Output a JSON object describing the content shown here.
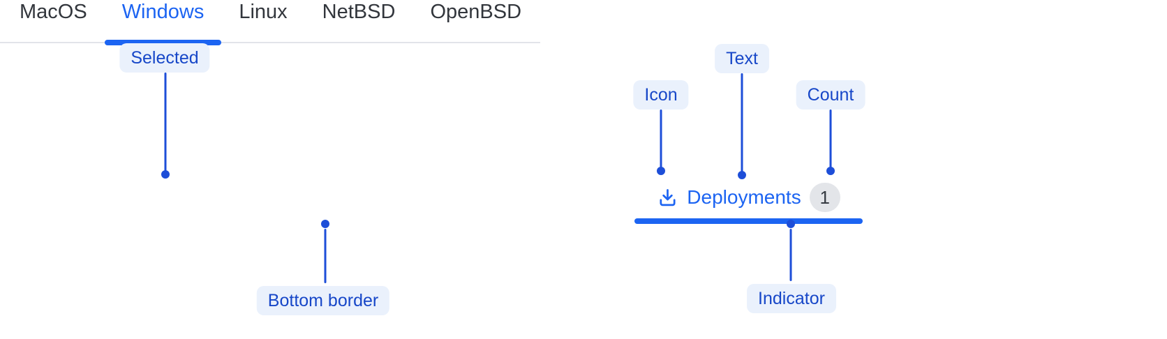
{
  "palette": {
    "primary_blue": "#1C64F2",
    "annotation_line": "#1D4ED8",
    "annotation_text": "#1747C8",
    "annotation_bg": "#EAF1FC",
    "tab_text": "#32363C",
    "divider_border": "#E2E4E9",
    "badge_bg": "#E3E5E9",
    "badge_text": "#363B42"
  },
  "left_example": {
    "tabs": [
      {
        "label": "MacOS",
        "selected": false
      },
      {
        "label": "Windows",
        "selected": true
      },
      {
        "label": "Linux",
        "selected": false
      },
      {
        "label": "NetBSD",
        "selected": false
      },
      {
        "label": "OpenBSD",
        "selected": false
      }
    ],
    "annotations": {
      "selected": "Selected",
      "bottom_border": "Bottom border"
    }
  },
  "right_example": {
    "tab": {
      "icon": "download-icon",
      "label": "Deployments",
      "count": "1"
    },
    "annotations": {
      "icon": "Icon",
      "text": "Text",
      "count": "Count",
      "indicator": "Indicator"
    }
  }
}
